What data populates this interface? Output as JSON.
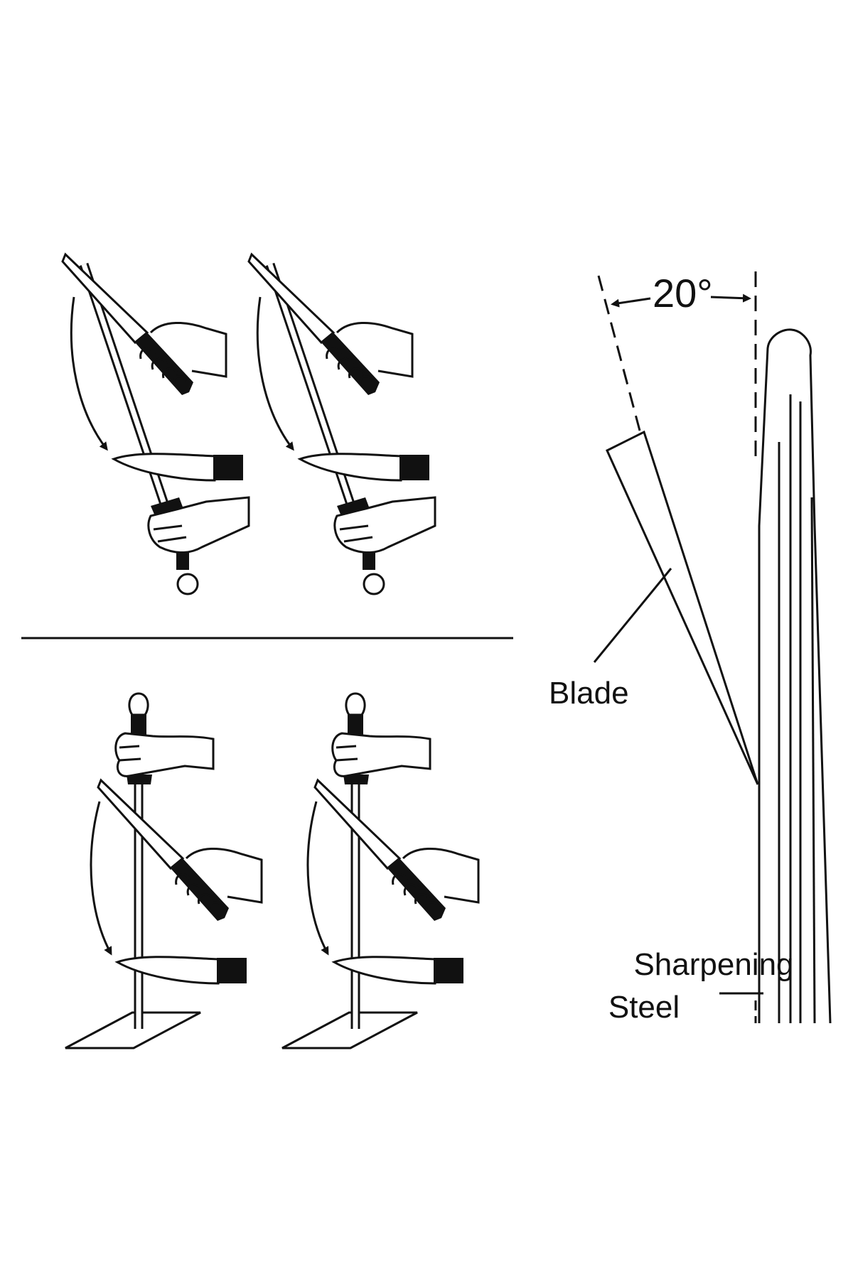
{
  "labels": {
    "angle": "20°",
    "blade": "Blade",
    "steel_line1": "Sharpening",
    "steel_line2": "Steel"
  },
  "colors": {
    "ink": "#111111",
    "background": "#ffffff"
  },
  "icons": {
    "hand": "hand-icon",
    "knife": "knife-icon",
    "steel": "sharpening-steel-icon",
    "arrow": "curved-arrow-icon"
  }
}
